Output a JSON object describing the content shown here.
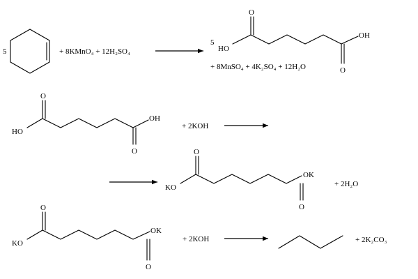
{
  "reactions": [
    {
      "coef_cyclohexene": "5",
      "reagents": "+ 8KMnO₄ + 12H₂SO₄",
      "coef_product": "5",
      "product_label_left": "HO",
      "product_label_right": "OH",
      "product_o_top": "O",
      "product_o_bottom": "O",
      "byproducts": "+ 8MnSO₄ + 4K₂SO₄ + 12H₂O"
    },
    {
      "reactant_label_left": "HO",
      "reactant_label_right": "OH",
      "reactant_o_top": "O",
      "reactant_o_bottom": "O",
      "reagent": "+ 2KOH",
      "product_label_left": "KO",
      "product_label_right": "OK",
      "product_o_top": "O",
      "product_o_bottom": "O",
      "byproduct": "+ 2H₂O"
    },
    {
      "reactant_label_left": "KO",
      "reactant_label_right": "OK",
      "reactant_o_top": "O",
      "reactant_o_bottom": "O",
      "reagent": "+ 2KOH",
      "byproduct": "+ 2K₂CO₃"
    }
  ],
  "colors": {
    "ink": "#000000",
    "background": "#ffffff"
  }
}
